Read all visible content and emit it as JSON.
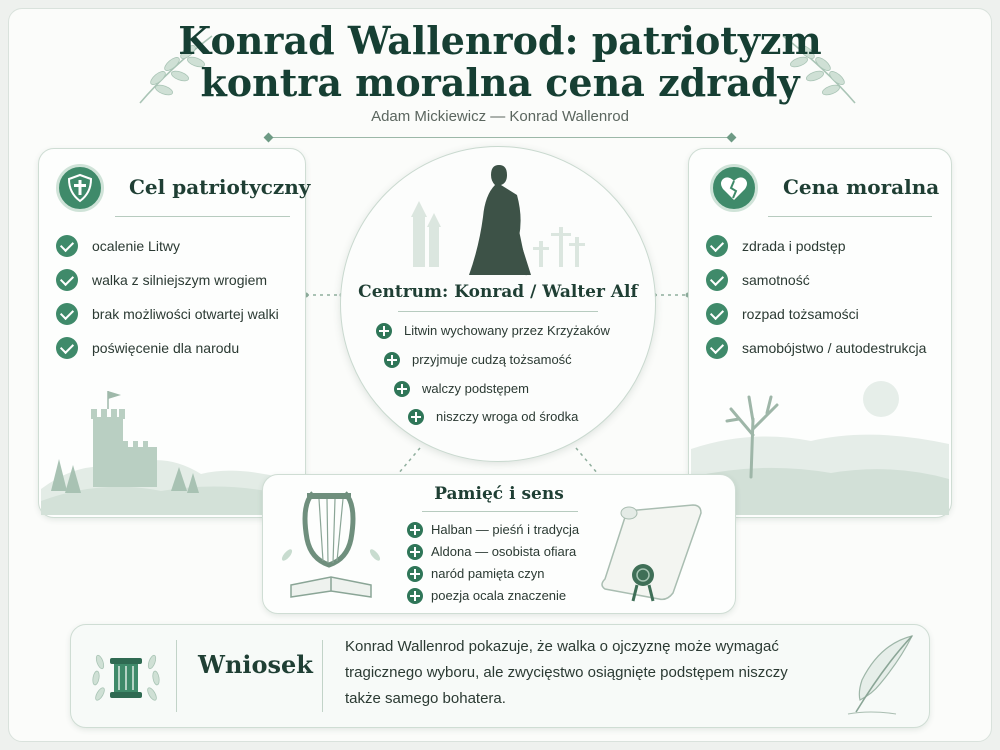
{
  "title": {
    "line1": "Konrad Wallenrod: patriotyzm",
    "line2": "kontra moralna cena zdrady"
  },
  "subtitle": "Adam Mickiewicz — Konrad Wallenrod",
  "left_panel": {
    "title": "Cel patriotyczny",
    "icon": "shield-cross-icon",
    "items": [
      "ocalenie Litwy",
      "walka z silniejszym wrogiem",
      "brak możliwości otwartej walki",
      "poświęcenie dla narodu"
    ]
  },
  "right_panel": {
    "title": "Cena moralna",
    "icon": "broken-heart-icon",
    "items": [
      "zdrada i podstęp",
      "samotność",
      "rozpad tożsamości",
      "samobójstwo / autodestrukcja"
    ]
  },
  "center": {
    "title": "Centrum: Konrad / Walter Alf",
    "items": [
      "Litwin wychowany przez Krzyżaków",
      "przyjmuje cudzą tożsamość",
      "walczy podstępem",
      "niszczy wroga od środka"
    ]
  },
  "memory": {
    "title": "Pamięć i sens",
    "items": [
      "Halban — pieśń i tradycja",
      "Aldona — osobista ofiara",
      "naród pamięta czyn",
      "poezja ocala znaczenie"
    ]
  },
  "conclusion": {
    "label": "Wniosek",
    "lines": [
      "Konrad Wallenrod pokazuje, że walka o ojczyznę może wymagać",
      "tragicznego wyboru, ale zwycięstwo osiągnięte podstępem niszczy",
      "także samego bohatera."
    ]
  },
  "colors": {
    "accent": "#3f8a6a",
    "title": "#163f33",
    "border": "#cfddd4"
  }
}
